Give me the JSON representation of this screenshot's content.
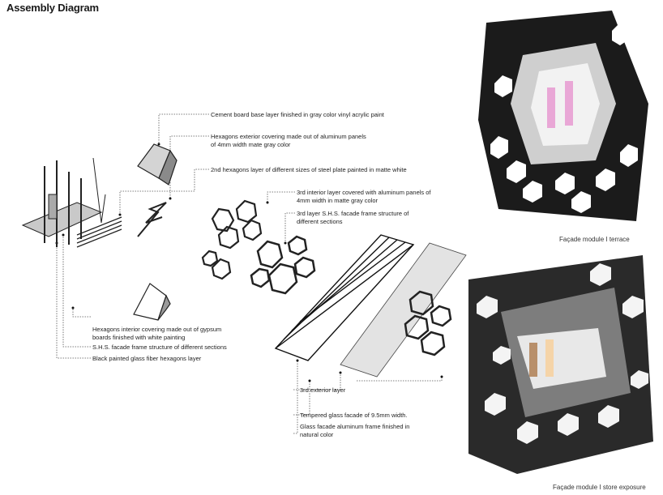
{
  "title": "Assembly Diagram",
  "notes": {
    "cement": "Cement board base layer finished in gray color vinyl acrylic paint",
    "hex_exterior": "Hexagons exterior covering made out of aluminum panels\nof 4mm width mate gray color",
    "hex_second": "2nd hexagons layer of different sizes of steel plate painted in matte white",
    "third_interior": "3rd interior layer covered with aluminum panels of\n4mm width in matte gray color",
    "third_shs": "3rd layer S.H.S. facade frame structure of\ndifferent sections",
    "hex_interior": "Hexagons interior covering made out of gypsum\nboards finished with white painting",
    "shs_frame": "S.H.S. facade frame structure of different sections",
    "black_glass": "Black painted glass fiber hexagons layer",
    "third_exterior": "3rd exterior layer",
    "tempered_glass": "Tempered glass facade of 9.5mm width.",
    "glass_frame": "Glass facade aluminum frame finished in\nnatural color"
  },
  "captions": {
    "terrace": "Façade module   I   terrace",
    "store": "Façade module   I   store exposure"
  }
}
